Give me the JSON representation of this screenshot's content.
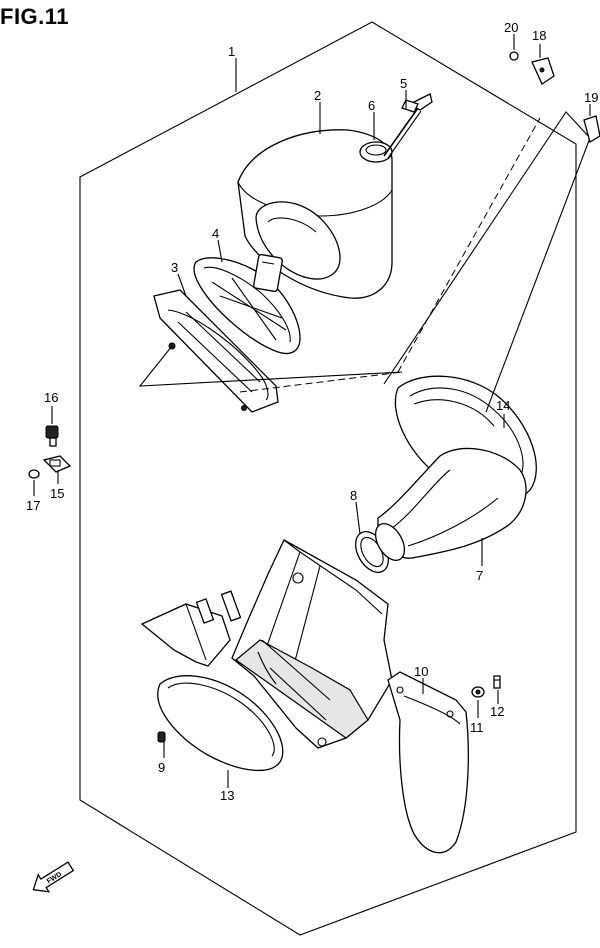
{
  "figure": {
    "title": "FIG.11"
  },
  "callouts": [
    {
      "id": "c1",
      "label": "1"
    },
    {
      "id": "c2",
      "label": "2"
    },
    {
      "id": "c3",
      "label": "3"
    },
    {
      "id": "c4",
      "label": "4"
    },
    {
      "id": "c5",
      "label": "5"
    },
    {
      "id": "c6",
      "label": "6"
    },
    {
      "id": "c7",
      "label": "7"
    },
    {
      "id": "c8",
      "label": "8"
    },
    {
      "id": "c9",
      "label": "9"
    },
    {
      "id": "c10",
      "label": "10"
    },
    {
      "id": "c11",
      "label": "11"
    },
    {
      "id": "c12",
      "label": "12"
    },
    {
      "id": "c13",
      "label": "13"
    },
    {
      "id": "c14",
      "label": "14"
    },
    {
      "id": "c15",
      "label": "15"
    },
    {
      "id": "c16",
      "label": "16"
    },
    {
      "id": "c17",
      "label": "17"
    },
    {
      "id": "c18",
      "label": "18"
    },
    {
      "id": "c19",
      "label": "19"
    },
    {
      "id": "c20",
      "label": "20"
    }
  ],
  "forward_marker": {
    "label": "FWD",
    "icon": "forward-arrow-icon"
  }
}
